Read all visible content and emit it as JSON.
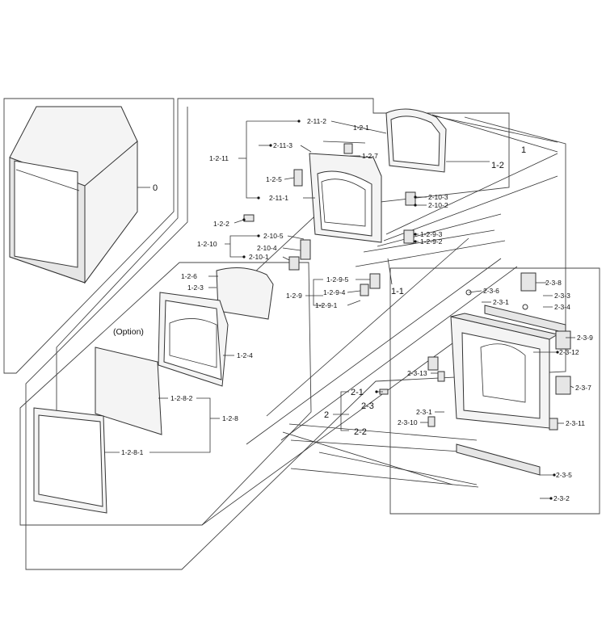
{
  "callouts": {
    "c0": "0",
    "c1": "1",
    "c1_1": "1-1",
    "c1_2": "1-2",
    "c1_2_1": "1-2-1",
    "c1_2_2": "1-2-2",
    "c1_2_3": "1-2-3",
    "c1_2_4": "1-2-4",
    "c1_2_5": "1-2-5",
    "c1_2_6": "1-2-6",
    "c1_2_7": "1-2-7",
    "c1_2_8": "1-2-8",
    "c1_2_8_1": "1-2-8-1",
    "c1_2_8_2": "1-2-8-2",
    "c1_2_9": "1-2-9",
    "c1_2_9_1": "1-2-9-1",
    "c1_2_9_2": "1-2-9-2",
    "c1_2_9_3": "1-2-9-3",
    "c1_2_9_4": "1-2-9-4",
    "c1_2_9_5": "1-2-9-5",
    "c1_2_10": "1-2-10",
    "c1_2_11": "1-2-11",
    "c2": "2",
    "c2_1": "2-1",
    "c2_2": "2-2",
    "c2_3": "2-3",
    "c2_3_1a": "2-3-1",
    "c2_3_1b": "2-3-1",
    "c2_3_2": "2-3-2",
    "c2_3_3": "2-3-3",
    "c2_3_4": "2-3-4",
    "c2_3_5": "2-3-5",
    "c2_3_6": "2-3-6",
    "c2_3_7": "2-3-7",
    "c2_3_8": "2-3-8",
    "c2_3_9": "2-3-9",
    "c2_3_10": "2-3-10",
    "c2_3_11": "2-3-11",
    "c2_3_12": "2-3-12",
    "c2_3_13": "2-3-13",
    "c2_10_1": "2-10-1",
    "c2_10_2": "2-10-2",
    "c2_10_3": "2-10-3",
    "c2_10_4": "2-10-4",
    "c2_10_5": "2-10-5",
    "c2_11_1": "2-11-1",
    "c2_11_2": "2-11-2",
    "c2_11_3": "2-11-3",
    "option": "(Option)"
  }
}
